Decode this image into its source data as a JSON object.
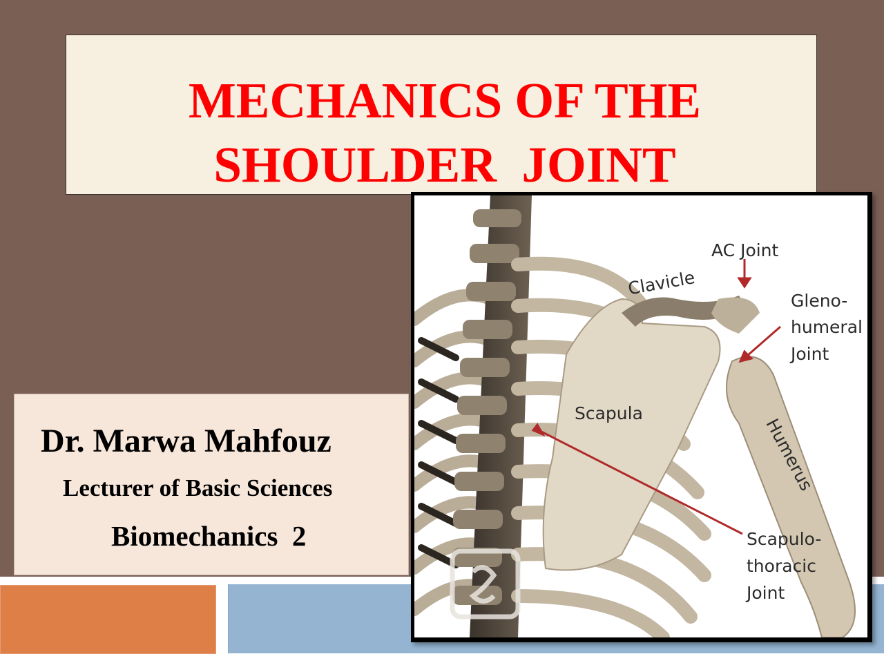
{
  "slide": {
    "title_lines": [
      "MECHANICS OF THE",
      "SHOULDER  JOINT"
    ],
    "author": "Dr. Marwa Mahfouz",
    "role": "Lecturer of Basic Sciences",
    "course": "Biomechanics  2"
  },
  "figure": {
    "description": "Posterior view of shoulder skeleton with labelled joints",
    "labels": {
      "ac_joint": "AC Joint",
      "clavicle": "Clavicle",
      "gleno_1": "Gleno-",
      "gleno_2": "humeral",
      "gleno_3": "Joint",
      "scapula": "Scapula",
      "humerus": "Humerus",
      "st_1": "Scapulo-",
      "st_2": "thoracic",
      "st_3": "Joint"
    },
    "watermark_icon": "logo-watermark-icon"
  },
  "colors": {
    "background": "#7a5f55",
    "title_box": "#f7efe0",
    "title_text": "#ff0000",
    "info_box": "#f7e6da",
    "accent_orange": "#dd7f47",
    "accent_blue": "#94b4d2",
    "arrow_red": "#b02a2a"
  }
}
